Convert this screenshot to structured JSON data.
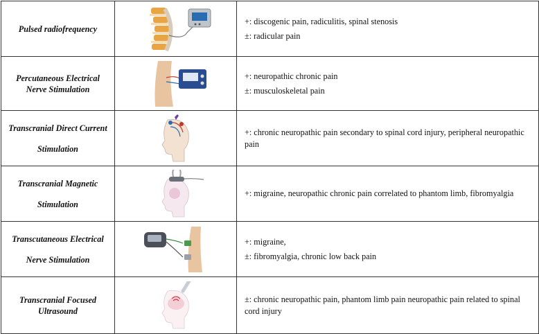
{
  "rows": [
    {
      "name_lines": [
        "Pulsed radiofrequency"
      ],
      "icon": "spine-radiofrequency-device-icon",
      "effects": [
        "+: discogenic pain, radiculitis, spinal stenosis",
        "±: radicular pain"
      ]
    },
    {
      "name_lines": [
        "Percutaneous Electrical",
        "Nerve Stimulation"
      ],
      "icon": "leg-electrical-stimulator-icon",
      "effects": [
        "+: neuropathic chronic pain",
        "±: musculoskeletal pain"
      ]
    },
    {
      "name_lines": [
        "Transcranial Direct Current",
        "Stimulation"
      ],
      "icon": "head-direct-current-electrodes-icon",
      "effects": [
        "+: chronic neuropathic pain secondary to spinal cord injury, peripheral neuropathic pain"
      ]
    },
    {
      "name_lines": [
        "Transcranial Magnetic",
        "Stimulation"
      ],
      "icon": "head-magnetic-coil-icon",
      "effects": [
        "+: migraine, neuropathic chronic pain correlated to phantom limb, fibromyalgia"
      ]
    },
    {
      "name_lines": [
        "Transcutaneous Electrical",
        "Nerve Stimulation"
      ],
      "icon": "tens-device-leg-icon",
      "effects": [
        "+: migraine,",
        "±: fibromyalgia, chronic low back pain"
      ]
    },
    {
      "name_lines": [
        "Transcranial Focused",
        "Ultrasound"
      ],
      "icon": "head-focused-ultrasound-icon",
      "effects": [
        "±: chronic neuropathic pain, phantom limb pain neuropathic pain related to spinal cord injury"
      ]
    }
  ]
}
